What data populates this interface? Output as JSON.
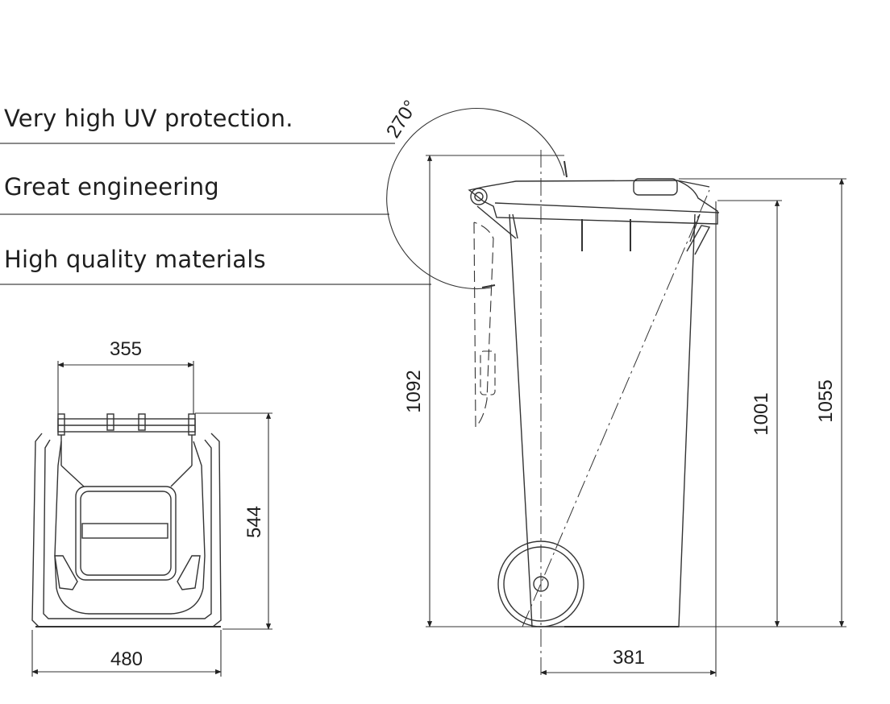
{
  "features": [
    {
      "text": "Very high UV protection."
    },
    {
      "text": "Great engineering"
    },
    {
      "text": "High quality materials"
    }
  ],
  "dimensions": {
    "angle": "270°",
    "top_width": "355",
    "depth": "544",
    "base_width": "480",
    "total_height": "1092",
    "body_height": "1001",
    "rim_height": "1055",
    "side_depth": "381"
  },
  "colors": {
    "line": "#3a3a3a",
    "text": "#1f1f1f",
    "background": "#ffffff"
  }
}
